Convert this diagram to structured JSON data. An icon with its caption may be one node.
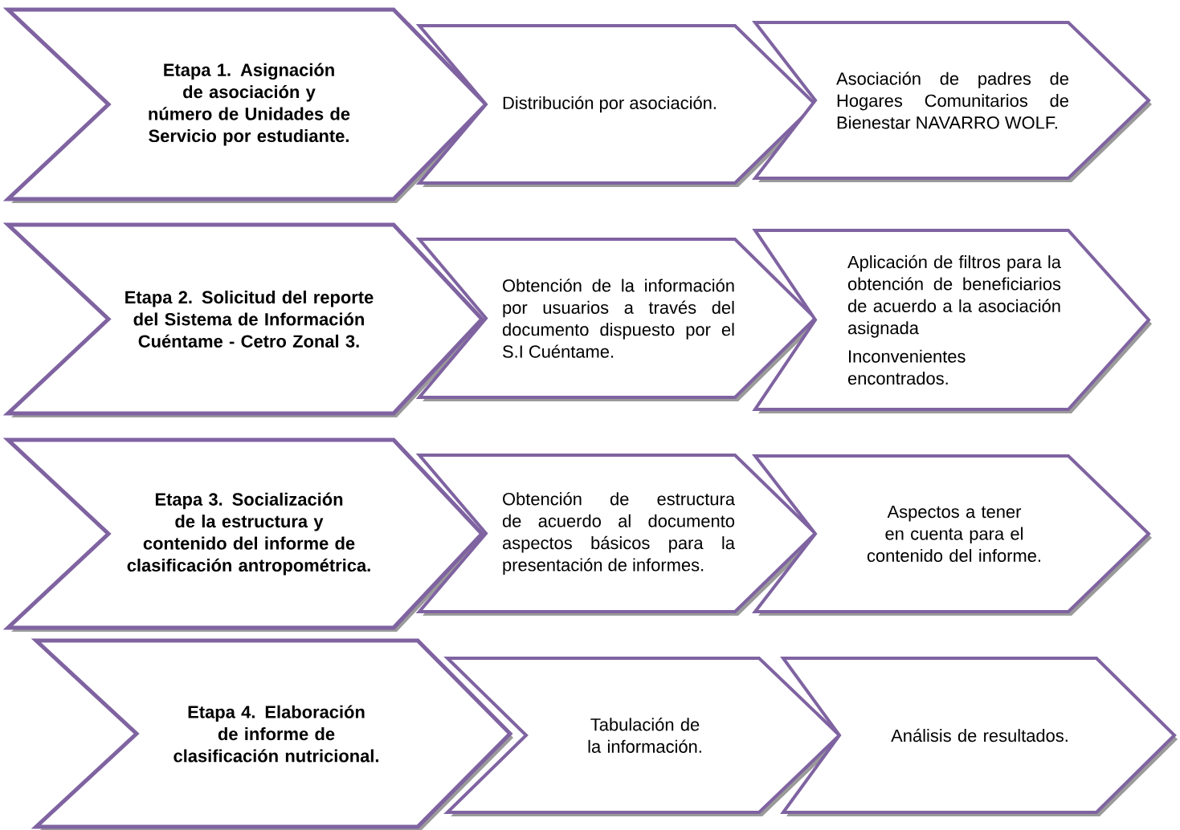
{
  "diagram": {
    "nodes": [
      {
        "text": [
          "Etapa 1. Asignación de asociación y número de Unidades de Servicio por estudiante."
        ]
      },
      {
        "text": [
          "Distribución por asociación."
        ]
      },
      {
        "text": [
          "Asociación de padres de Hogares Comunitarios de Bienestar NAVARRO WOLF."
        ]
      },
      {
        "text": [
          "Etapa 2. Solicitud del reporte del Sistema de Información Cuéntame - Cetro Zonal 3."
        ]
      },
      {
        "text": [
          "Obtención de la información por usuarios a través del documento dispuesto por el S.I Cuéntame."
        ]
      },
      {
        "text": [
          "Aplicación de filtros para la obtención de beneficiarios de acuerdo a la asociación asignada",
          "Inconvenientes encontrados."
        ]
      },
      {
        "text": [
          "Etapa 3. Socialización de la estructura y contenido del informe de clasificación antropométrica."
        ]
      },
      {
        "text": [
          "Obtención de estructura de acuerdo al documento aspectos básicos para la presentación de informes."
        ]
      },
      {
        "text": [
          "Aspectos a tener en cuenta para el contenido del informe."
        ]
      },
      {
        "text": [
          "Etapa 4. Elaboración de informe de clasificación nutricional."
        ]
      },
      {
        "text": [
          "Tabulación de la información."
        ]
      },
      {
        "text": [
          "Análisis de resultados."
        ]
      }
    ]
  }
}
